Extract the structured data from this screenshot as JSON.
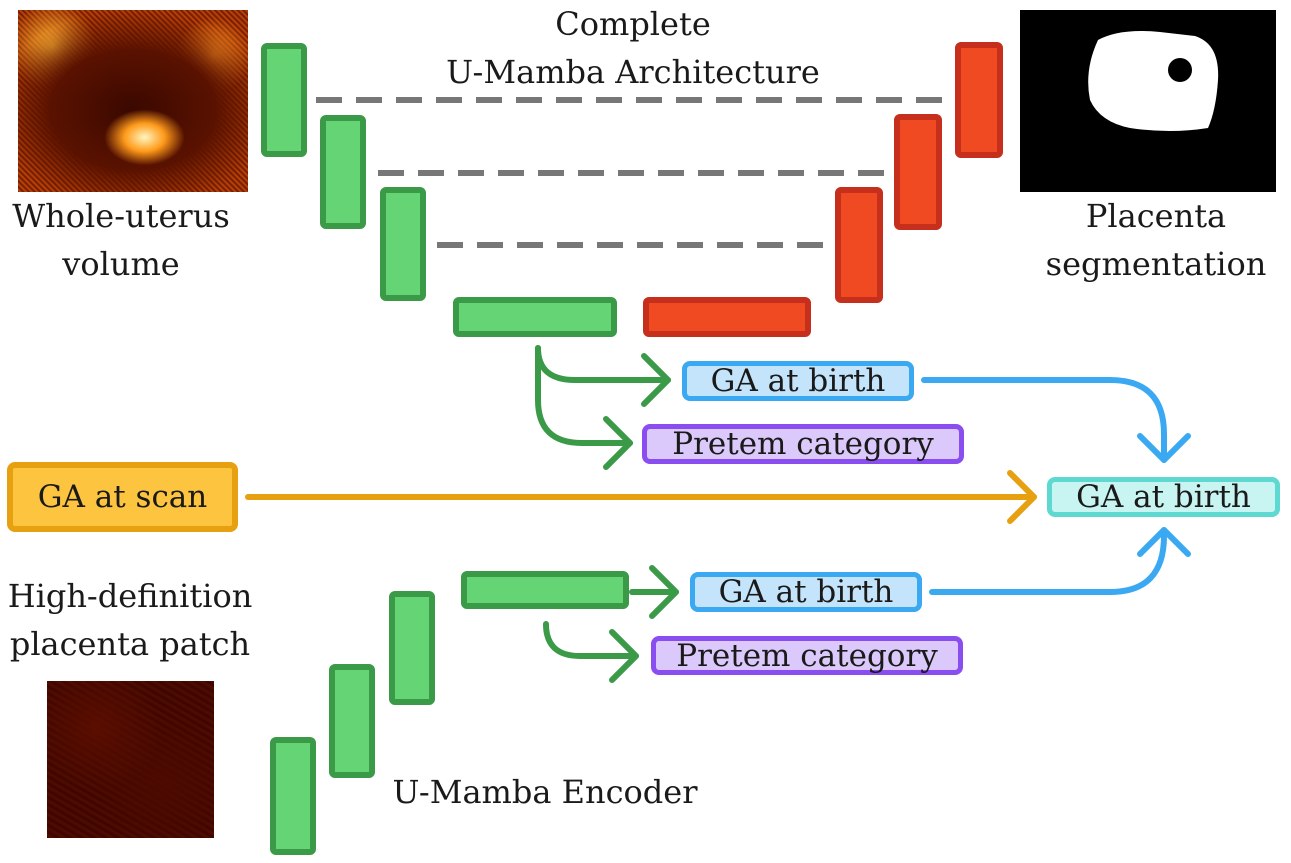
{
  "top_title": {
    "line1": "Complete",
    "line2": "U-Mamba Architecture"
  },
  "input_caption": {
    "line1": "Whole-uterus",
    "line2": "volume"
  },
  "output_caption": {
    "line1": "Placenta",
    "line2": "segmentation"
  },
  "patch_caption": {
    "line1": "High-definition",
    "line2": "placenta patch"
  },
  "encoder_caption": "U-Mamba Encoder",
  "top_heads": {
    "ga_birth": "GA at birth",
    "preterm": "Pretem category"
  },
  "bottom_heads": {
    "ga_birth": "GA at birth",
    "preterm": "Pretem category"
  },
  "ga_at_scan": "GA at scan",
  "final_output": "GA at birth",
  "colors": {
    "encoder_green": "#64d474",
    "decoder_red": "#f04a22",
    "skip_gray": "#777777",
    "arrow_green": "#3b9a48",
    "arrow_blue": "#3aa9f2",
    "arrow_gold": "#e6a010"
  }
}
